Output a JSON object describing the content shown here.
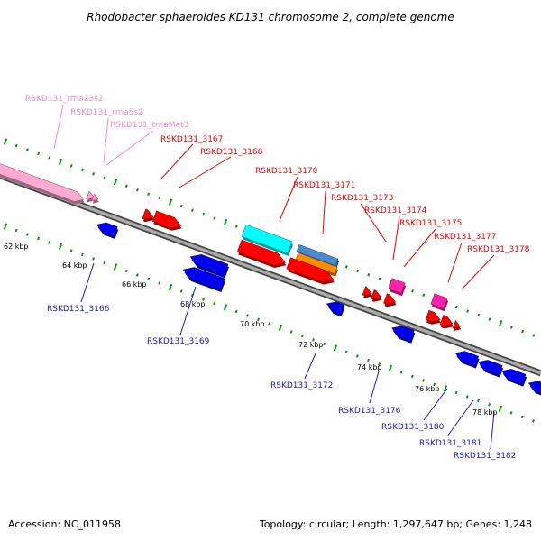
{
  "title": "Rhodobacter sphaeroides KD131 chromosome 2, complete genome",
  "footer": {
    "accession": "Accession: NC_011958",
    "summary": "Topology: circular; Length: 1,297,647 bp; Genes: 1,248"
  },
  "colors": {
    "rna": "#ff99cc",
    "rna_fill": "#ffaad0",
    "forward": "#ff0000",
    "reverse": "#0000ee",
    "magenta": "#ff22aa",
    "cyan": "#00ffff",
    "steel": "#4a8ad0",
    "orange": "#ff8c00",
    "tick": "#009900",
    "backbone": "#888888"
  },
  "kbp_labels": [
    "62 kbp",
    "64 kbp",
    "66 kbp",
    "68 kbp",
    "70 kbp",
    "72 kbp",
    "74 kbp",
    "76 kbp",
    "78 kbp"
  ],
  "rna_labels": [
    "RSKD131_rrna23s2",
    "RSKD131_rrna5s2",
    "RSKD131_trnaMet3"
  ],
  "forward_labels": [
    "RSKD131_3167",
    "RSKD131_3168",
    "RSKD131_3170",
    "RSKD131_3171",
    "RSKD131_3173",
    "RSKD131_3174",
    "RSKD131_3175",
    "RSKD131_3177",
    "RSKD131_3178"
  ],
  "reverse_labels": [
    "RSKD131_3166",
    "RSKD131_3169",
    "RSKD131_3172",
    "RSKD131_3176",
    "RSKD131_3180",
    "RSKD131_3181",
    "RSKD131_3182"
  ]
}
